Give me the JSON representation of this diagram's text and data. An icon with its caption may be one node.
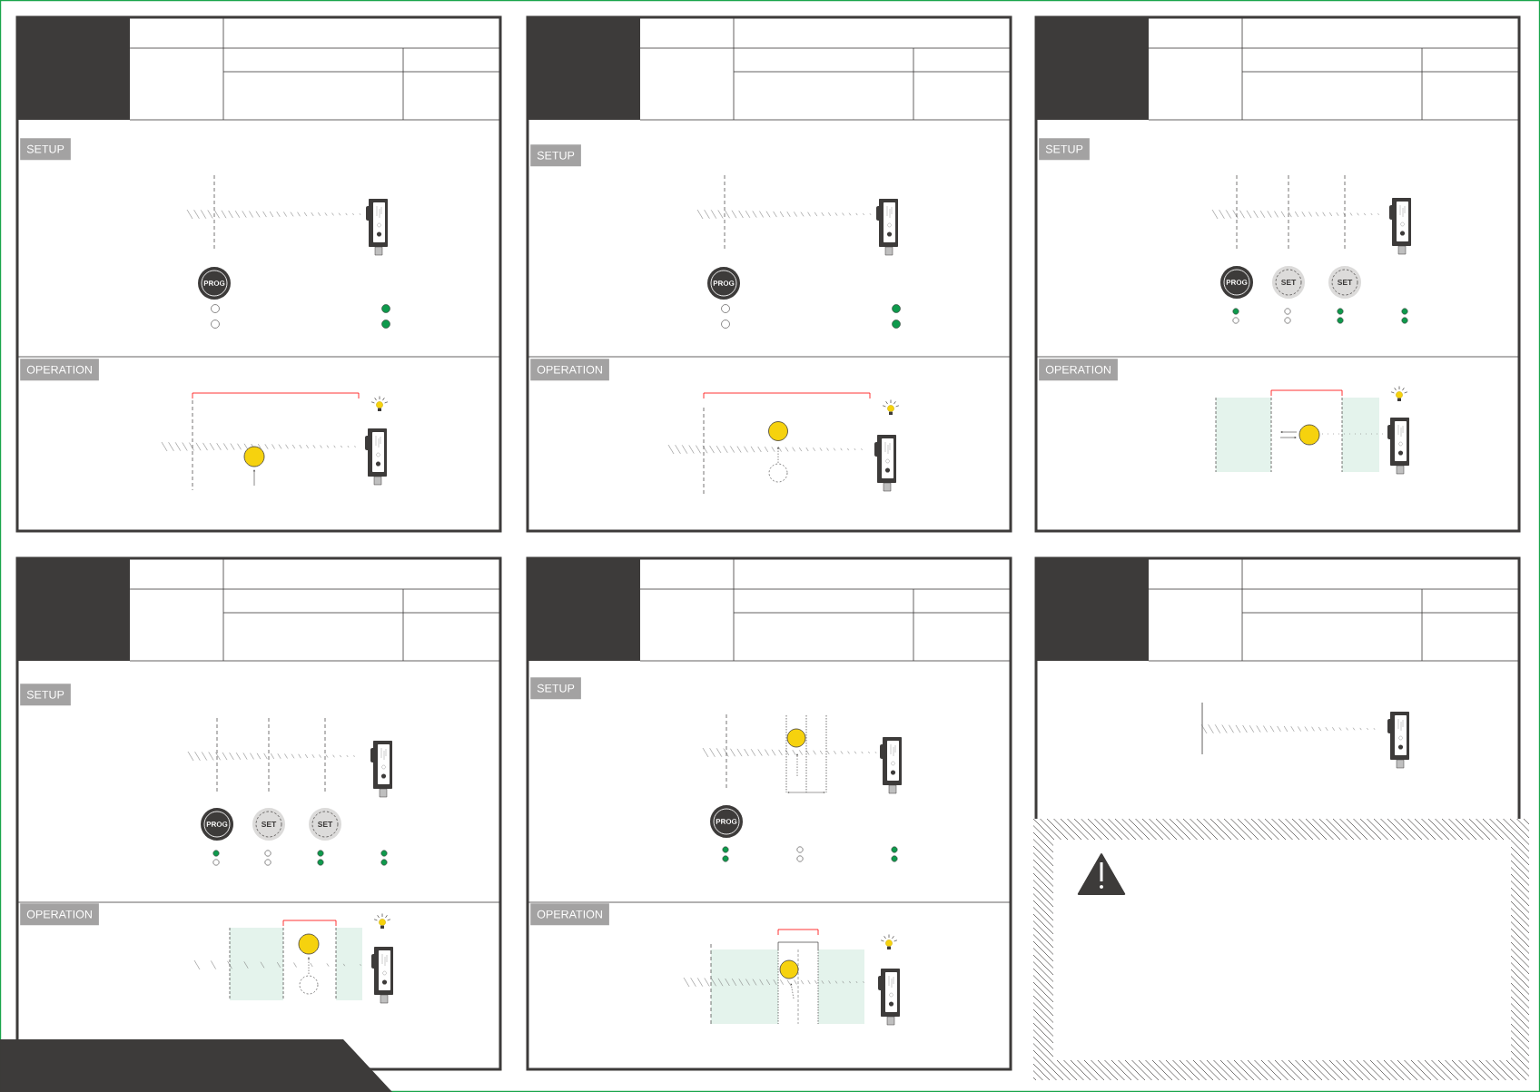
{
  "diagram": {
    "nodes": [
      {
        "text": [
          "SETUP"
        ]
      },
      {
        "text": [
          "PROG"
        ]
      },
      {
        "text": [
          "OPERATION"
        ]
      },
      {
        "text": [
          "SETUP"
        ]
      },
      {
        "text": [
          "PROG"
        ]
      },
      {
        "text": [
          "OPERATION"
        ]
      },
      {
        "text": [
          "SETUP"
        ]
      },
      {
        "text": [
          "PROG"
        ]
      },
      {
        "text": [
          "SET"
        ]
      },
      {
        "text": [
          "SET"
        ]
      },
      {
        "text": [
          "OPERATION"
        ]
      },
      {
        "text": [
          "SETUP"
        ]
      },
      {
        "text": [
          "PROG"
        ]
      },
      {
        "text": [
          "SET"
        ]
      },
      {
        "text": [
          "SET"
        ]
      },
      {
        "text": [
          "OPERATION"
        ]
      },
      {
        "text": [
          "SETUP"
        ]
      },
      {
        "text": [
          "PROG"
        ]
      },
      {
        "text": [
          "OPERATION"
        ]
      }
    ]
  }
}
